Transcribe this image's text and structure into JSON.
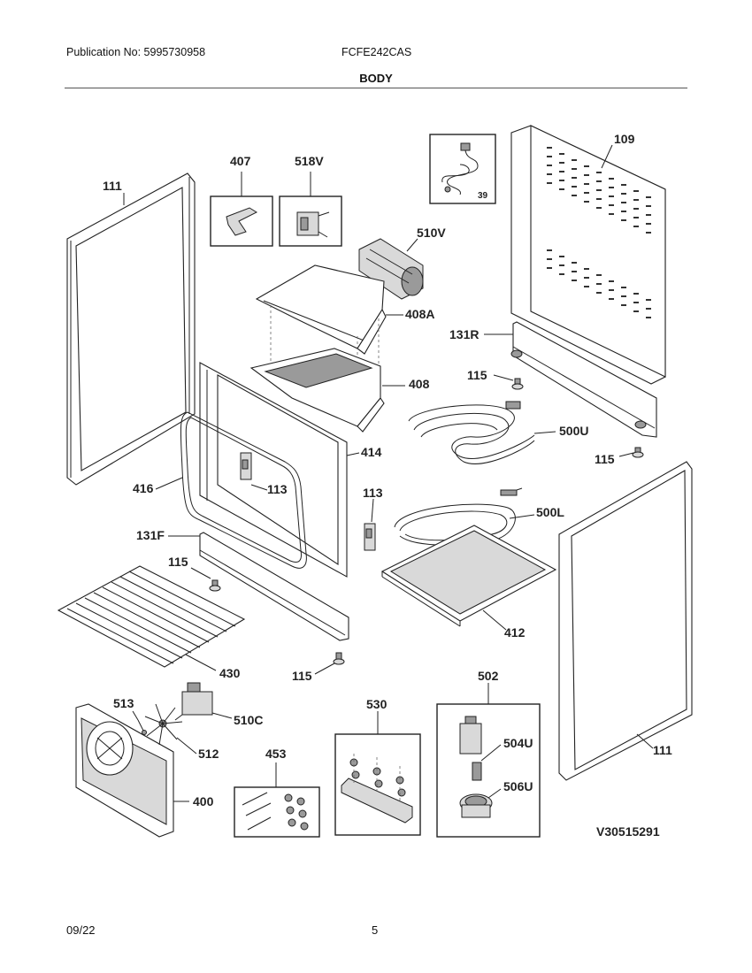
{
  "header": {
    "publication": "Publication No: 5995730958",
    "model": "FCFE242CAS",
    "section_title": "BODY"
  },
  "footer": {
    "date": "09/22",
    "page": "5"
  },
  "diagram": {
    "code": "V30515291",
    "callouts": {
      "p111_left": "111",
      "p407": "407",
      "p518V": "518V",
      "p39": "39",
      "p109": "109",
      "p510V": "510V",
      "p408A": "408A",
      "p131R": "131R",
      "p408": "408",
      "p115_a": "115",
      "p500U": "500U",
      "p414": "414",
      "p115_b": "115",
      "p416": "416",
      "p113_a": "113",
      "p113_b": "113",
      "p500L": "500L",
      "p131F": "131F",
      "p115_c": "115",
      "p412": "412",
      "p430": "430",
      "p115_d": "115",
      "p502": "502",
      "p513": "513",
      "p530": "530",
      "p510C": "510C",
      "p504U": "504U",
      "p111_right": "111",
      "p512": "512",
      "p453": "453",
      "p506U": "506U",
      "p400": "400"
    }
  }
}
